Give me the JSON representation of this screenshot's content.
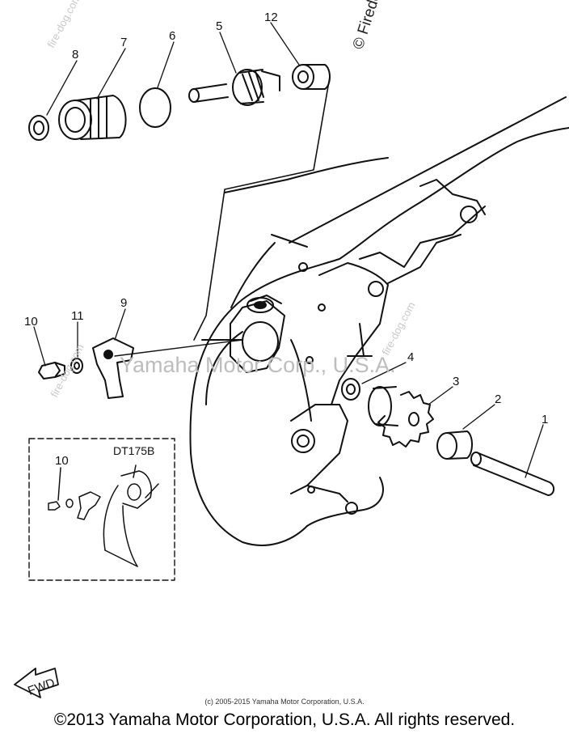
{
  "callouts": {
    "c1": "1",
    "c2": "2",
    "c3": "3",
    "c4": "4",
    "c5": "5",
    "c6": "6",
    "c7": "7",
    "c8": "8",
    "c9": "9",
    "c10": "10",
    "c11": "11",
    "c12": "12",
    "c10_inset": "10"
  },
  "inset": {
    "label": "DT175B"
  },
  "fwd_label": "FWD",
  "watermarks": {
    "center": "Yamaha Motor Corp., U.S.A.",
    "side": "© Firedog",
    "small": "fire-dog.com"
  },
  "footer": {
    "small_copyright": "(c) 2005-2015 Yamaha Motor Corporation, U.S.A.",
    "copyright": "©2013 Yamaha Motor Corporation, U.S.A. All rights reserved."
  }
}
